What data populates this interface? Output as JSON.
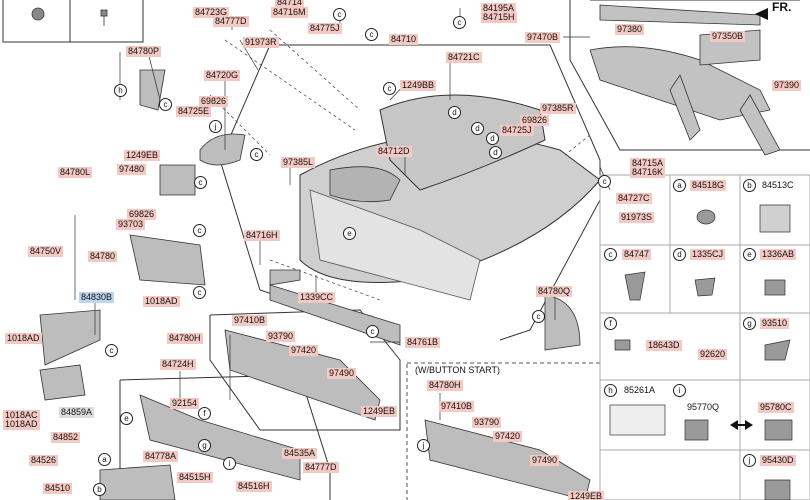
{
  "labels": {
    "p84723G": "84723G",
    "p84777D_top": "84777D",
    "p91973R": "91973R",
    "p84714": "84714",
    "p84716M": "84716M",
    "p84775J": "84775J",
    "p84195A": "84195A",
    "p84715H": "84715H",
    "p84710": "84710",
    "p97470B": "97470B",
    "p97380": "97380",
    "p97350B": "97350B",
    "p97390": "97390",
    "p84780P": "84780P",
    "p84720G": "84720G",
    "p69826_a": "69826",
    "p84725E": "84725E",
    "p84721C": "84721C",
    "p1249BB": "1249BB",
    "p97385R": "97385R",
    "p69826_b": "69826",
    "p84725J": "84725J",
    "p1249EB_a": "1249EB",
    "p97480": "97480",
    "p84780L": "84780L",
    "p97385L": "97385L",
    "p84712D": "84712D",
    "p84715A": "84715A",
    "p84716K": "84716K",
    "p84727C": "84727C",
    "p91973S": "91973S",
    "p69826_c": "69826",
    "p93703": "93703",
    "p84750V": "84750V",
    "p84780": "84780",
    "p84716H": "84716H",
    "p1018AD_a": "1018AD",
    "p1339CC": "1339CC",
    "p84780Q": "84780Q",
    "p84830B": "84830B",
    "p1018AD_b": "1018AD",
    "p84780H_a": "84780H",
    "p97410B_a": "97410B",
    "p93790_a": "93790",
    "p97420_a": "97420",
    "p84761B": "84761B",
    "p1018AC": "1018AC",
    "p1018AD_c": "1018AD",
    "p84859A": "84859A",
    "p84852": "84852",
    "p84724H": "84724H",
    "p97490_a": "97490",
    "p1249EB_b": "1249EB",
    "p92154": "92154",
    "p84778A": "84778A",
    "p84535A": "84535A",
    "p84515H": "84515H",
    "p84516H": "84516H",
    "p84777D_b": "84777D",
    "p84526": "84526",
    "p84510": "84510",
    "pWBS": "(W/BUTTON START)",
    "p84780H_b": "84780H",
    "p97410B_b": "97410B",
    "p93790_b": "93790",
    "p97420_b": "97420",
    "p97490_b": "97490",
    "p1249EB_c": "1249EB",
    "fr": "FR."
  },
  "table": {
    "a": "84518G",
    "b": "84513C",
    "c": "84747",
    "d": "1335CJ",
    "e": "1336AB",
    "f": "",
    "f_18643D": "18643D",
    "f_92620": "92620",
    "g": "93510",
    "h": "85261A",
    "i": "",
    "i_95770Q": "95770Q",
    "i_95780C": "95780C",
    "j": "95430D"
  },
  "letters": {
    "a": "a",
    "b": "b",
    "c": "c",
    "d": "d",
    "e": "e",
    "f": "f",
    "g": "g",
    "h": "h",
    "i": "i",
    "j": "j"
  },
  "colors": {
    "label_bg": "#f4c9c3",
    "blue_label_bg": "#bcd6ee",
    "grey_label_bg": "#dcdcdc",
    "line": "#333333",
    "part_fill": "#b9b9b9"
  }
}
